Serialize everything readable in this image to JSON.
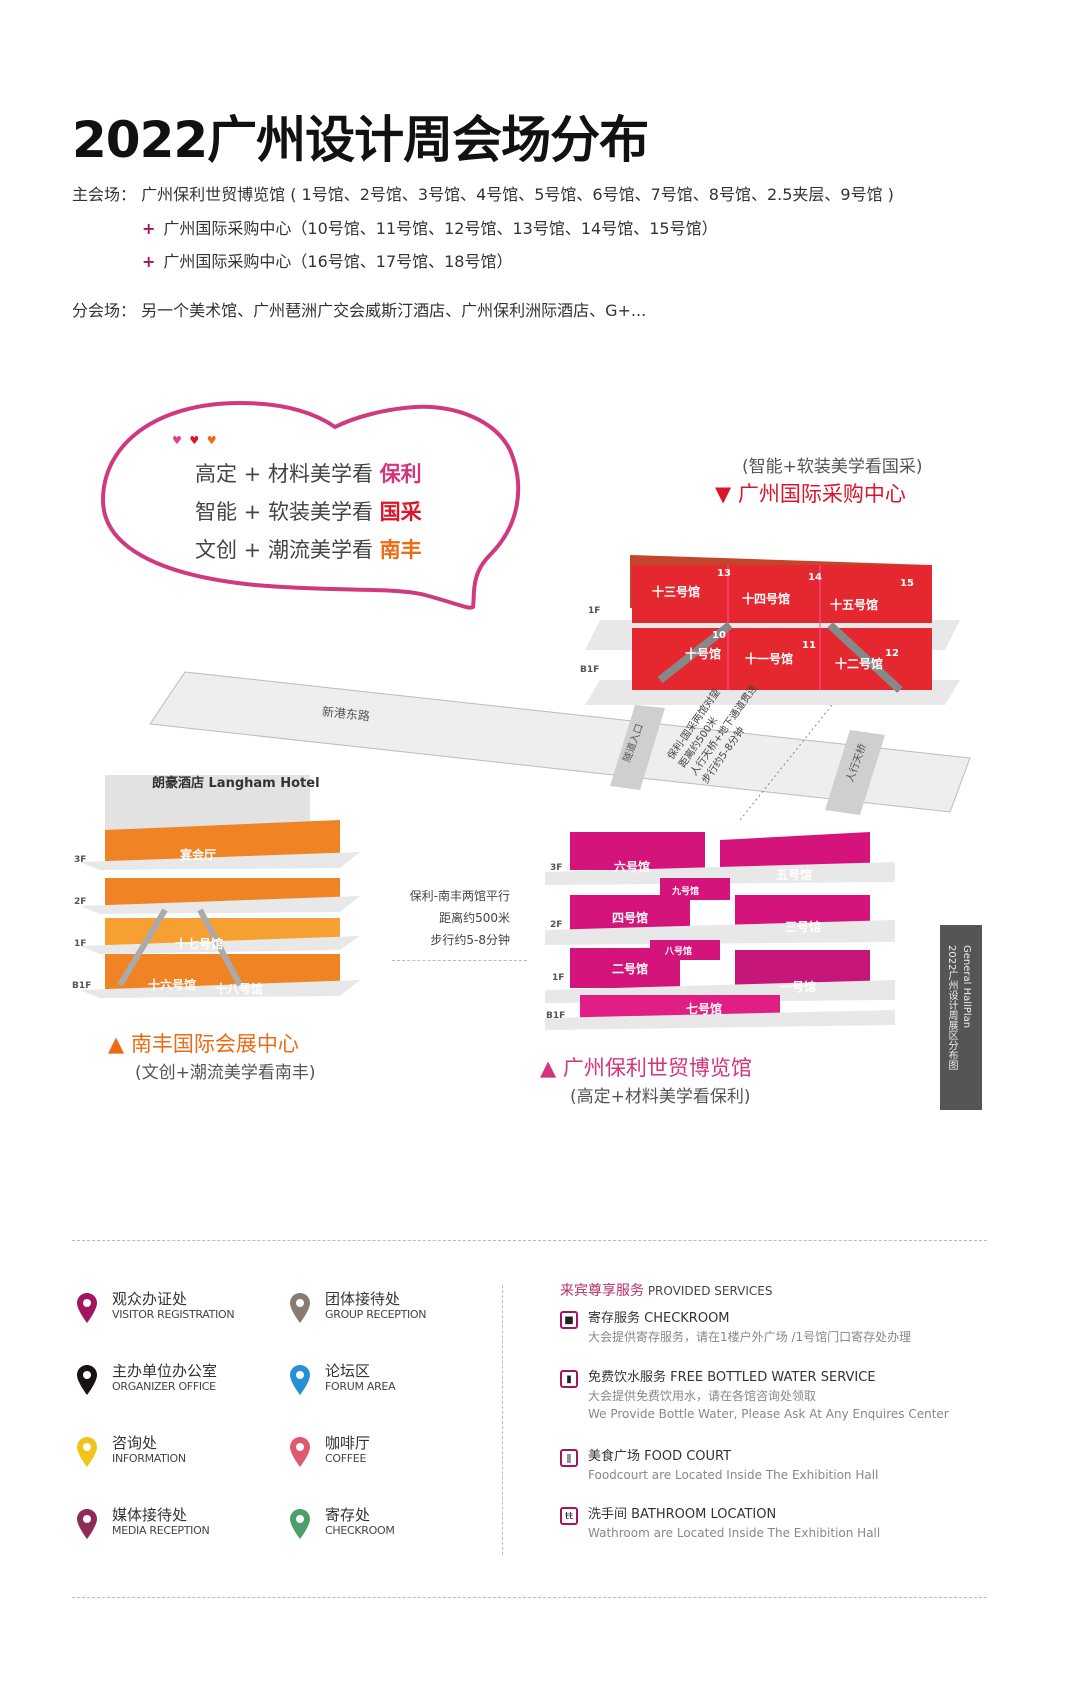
{
  "header": {
    "title": "2022广州设计周会场分布",
    "main_venue_label": "主会场：",
    "main_venue_lines": [
      "广州保利世贸博览馆 ( 1号馆、2号馆、3号馆、4号馆、5号馆、6号馆、7号馆、8号馆、2.5夹层、9号馆 )",
      "广州国际采购中心（10号馆、11号馆、12号馆、13号馆、14号馆、15号馆）",
      "广州国际采购中心（16号馆、17号馆、18号馆）"
    ],
    "plus_symbol": "+",
    "sub_venue_label": "分会场：",
    "sub_venue_text": "另一个美术馆、广州琶洲广交会威斯汀酒店、广州保利洲际酒店、G+..."
  },
  "heart_bubble": {
    "border_color": "#d0397f",
    "hearts": [
      "#e0408a",
      "#d9162a",
      "#ec6b16"
    ],
    "lines": [
      {
        "prefix": "高定 + 材料美学看 ",
        "highlight": "保利",
        "color": "#d6337e"
      },
      {
        "prefix": "智能 + 软装美学看 ",
        "highlight": "国采",
        "color": "#d9162a"
      },
      {
        "prefix": "文创 + 潮流美学看 ",
        "highlight": "南丰",
        "color": "#ec6b16"
      }
    ]
  },
  "venues": {
    "guocai": {
      "marker": "▼",
      "name": "广州国际采购中心",
      "subtitle": "(智能+软装美学看国采)",
      "color": "#d9162a",
      "floors": [
        "1F",
        "B1F"
      ],
      "halls": [
        {
          "label": "十三号馆",
          "num": "13"
        },
        {
          "label": "十四号馆",
          "num": "14"
        },
        {
          "label": "十五号馆",
          "num": "15"
        },
        {
          "label": "十号馆",
          "num": "10"
        },
        {
          "label": "十一号馆",
          "num": "11"
        },
        {
          "label": "十二号馆",
          "num": "12"
        }
      ]
    },
    "nanfeng": {
      "marker": "▲",
      "name": "南丰国际会展中心",
      "subtitle": "(文创+潮流美学看南丰)",
      "color": "#ec6b16",
      "hotel": "朗豪酒店 Langham Hotel",
      "floors": [
        "3F",
        "2F",
        "1F",
        "B1F"
      ],
      "halls": [
        {
          "label": "宴会厅",
          "num": ""
        },
        {
          "label": "十七号馆",
          "num": "17"
        },
        {
          "label": "十六号馆",
          "num": "16"
        },
        {
          "label": "十八号馆",
          "num": "18"
        }
      ]
    },
    "poly": {
      "marker": "▲",
      "name": "广州保利世贸博览馆",
      "subtitle": "(高定+材料美学看保利)",
      "color": "#d6337e",
      "floors": [
        "3F",
        "2F",
        "1F",
        "B1F"
      ],
      "halls": [
        {
          "label": "六号馆",
          "num": "6"
        },
        {
          "label": "五号馆",
          "num": "5"
        },
        {
          "label": "九号馆",
          "num": "9"
        },
        {
          "label": "四号馆",
          "num": "4"
        },
        {
          "label": "三号馆",
          "num": "3"
        },
        {
          "label": "八号馆",
          "num": "8"
        },
        {
          "label": "二号馆",
          "num": "2"
        },
        {
          "label": "一号馆",
          "num": "1"
        },
        {
          "label": "七号馆",
          "num": "7"
        }
      ]
    }
  },
  "roads": {
    "main_road": "新港东路",
    "tunnel": "隧道入口",
    "footbridge": "人行天桥",
    "poly_guocai_note": [
      "保利-国采两馆对望",
      "距离约500米",
      "人行天桥+地下通道贯连",
      "步行约5-8分钟"
    ],
    "poly_nanfeng_note": [
      "保利-南丰两馆平行",
      "距离约500米",
      "步行约5-8分钟"
    ]
  },
  "sidebar_tag": {
    "en": "General HallPlan",
    "zh": "2022广州设计周展区分布图"
  },
  "legend": {
    "items": [
      {
        "zh": "观众办证处",
        "en": "VISITOR REGISTRATION",
        "color": "#a3155e",
        "icon": "map-pin"
      },
      {
        "zh": "团体接待处",
        "en": "GROUP RECEPTION",
        "color": "#8a7b72",
        "icon": "map-pin"
      },
      {
        "zh": "主办单位办公室",
        "en": "ORGANIZER OFFICE",
        "color": "#1a1212",
        "icon": "map-pin"
      },
      {
        "zh": "论坛区",
        "en": "FORUM AREA",
        "color": "#2590d4",
        "icon": "map-pin"
      },
      {
        "zh": "咨询处",
        "en": "INFORMATION",
        "color": "#f0c419",
        "icon": "map-pin"
      },
      {
        "zh": "咖啡厅",
        "en": "COFFEE",
        "color": "#e05a6f",
        "icon": "map-pin"
      },
      {
        "zh": "媒体接待处",
        "en": "MEDIA RECEPTION",
        "color": "#8e2b58",
        "icon": "map-pin"
      },
      {
        "zh": "寄存处",
        "en": "CHECKROOM",
        "color": "#4c9e6c",
        "icon": "map-pin"
      }
    ]
  },
  "services": {
    "heading_zh": "来宾尊享服务",
    "heading_en": " PROVIDED SERVICES",
    "items": [
      {
        "icon": "briefcase-icon",
        "glyph": "■",
        "title": "寄存服务 CHECKROOM",
        "desc": [
          "大会提供寄存服务，请在1楼户外广场 /1号馆门口寄存处办理"
        ]
      },
      {
        "icon": "bottle-icon",
        "glyph": "▮",
        "title": "免费饮水服务 FREE BOTTLED WATER SERVICE",
        "desc": [
          "大会提供免费饮用水，请在各馆咨询处领取",
          "We Provide Bottle Water, Please Ask At Any Enquires Center"
        ]
      },
      {
        "icon": "fork-knife-icon",
        "glyph": "ǁ",
        "title": "美食广场 FOOD COURT",
        "desc": [
          "Foodcourt are Located Inside The Exhibition Hall"
        ]
      },
      {
        "icon": "restroom-icon",
        "glyph": "ŧŧ",
        "title": "洗手间  BATHROOM LOCATION",
        "desc": [
          "Wathroom are Located Inside The Exhibition Hall"
        ]
      }
    ]
  }
}
